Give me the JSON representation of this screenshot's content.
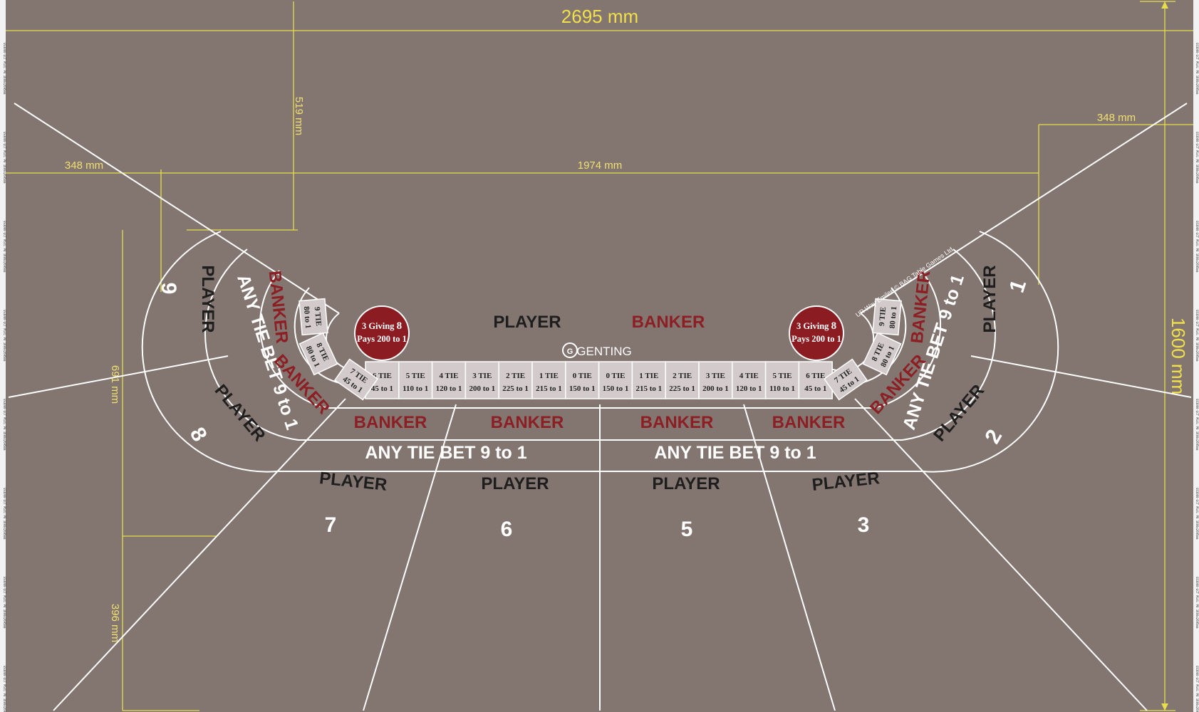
{
  "dimensions": {
    "width": "2695 mm",
    "height": "1600 mm",
    "top_offset": "519 mm",
    "left_edge": "348 mm",
    "right_edge": "348 mm",
    "inner_span": "1974 mm",
    "lower_left_upper": "691 mm",
    "lower_left_lower": "396 mm"
  },
  "layout_text": {
    "player": "PLAYER",
    "banker": "BANKER",
    "any_tie": "ANY TIE BET 9 to 1",
    "logo": "GENTING",
    "copyright": "UR Way Emilee © BAG Table Games Ltd."
  },
  "bonus": {
    "line1_prefix": "3 Giving ",
    "line1_num": "8",
    "line2": "Pays 200 to 1"
  },
  "seats": [
    "1",
    "2",
    "3",
    "5",
    "6",
    "7",
    "8",
    "9"
  ],
  "tie_boxes": [
    {
      "top": "6 TIE",
      "bottom": "45 to 1"
    },
    {
      "top": "5 TIE",
      "bottom": "110 to 1"
    },
    {
      "top": "4 TIE",
      "bottom": "120 to 1"
    },
    {
      "top": "3 TIE",
      "bottom": "200 to 1"
    },
    {
      "top": "2 TIE",
      "bottom": "225 to 1"
    },
    {
      "top": "1 TIE",
      "bottom": "215 to 1"
    },
    {
      "top": "0 TIE",
      "bottom": "150 to 1"
    },
    {
      "top": "0 TIE",
      "bottom": "150 to 1"
    },
    {
      "top": "1 TIE",
      "bottom": "215 to 1"
    },
    {
      "top": "2 TIE",
      "bottom": "225 to 1"
    },
    {
      "top": "3 TIE",
      "bottom": "200 to 1"
    },
    {
      "top": "4 TIE",
      "bottom": "120 to 1"
    },
    {
      "top": "5 TIE",
      "bottom": "110 to 1"
    },
    {
      "top": "6 TIE",
      "bottom": "45 to 1"
    }
  ],
  "corner_ties": [
    {
      "top": "7 TIE",
      "bottom": "45 to 1"
    },
    {
      "top": "8 TIE",
      "bottom": "80 to 1"
    },
    {
      "top": "9 TIE",
      "bottom": "80 to 1"
    }
  ],
  "colors": {
    "felt": "#837570",
    "line": "#ffffff",
    "banker": "#8c1f24",
    "bonus_circle": "#8a1c22",
    "tie_fill": "#d3cbcb",
    "dimension": "#e6de4a"
  },
  "side_strip_text": "GS3000-LCT Midi P8 1600x2695mm"
}
